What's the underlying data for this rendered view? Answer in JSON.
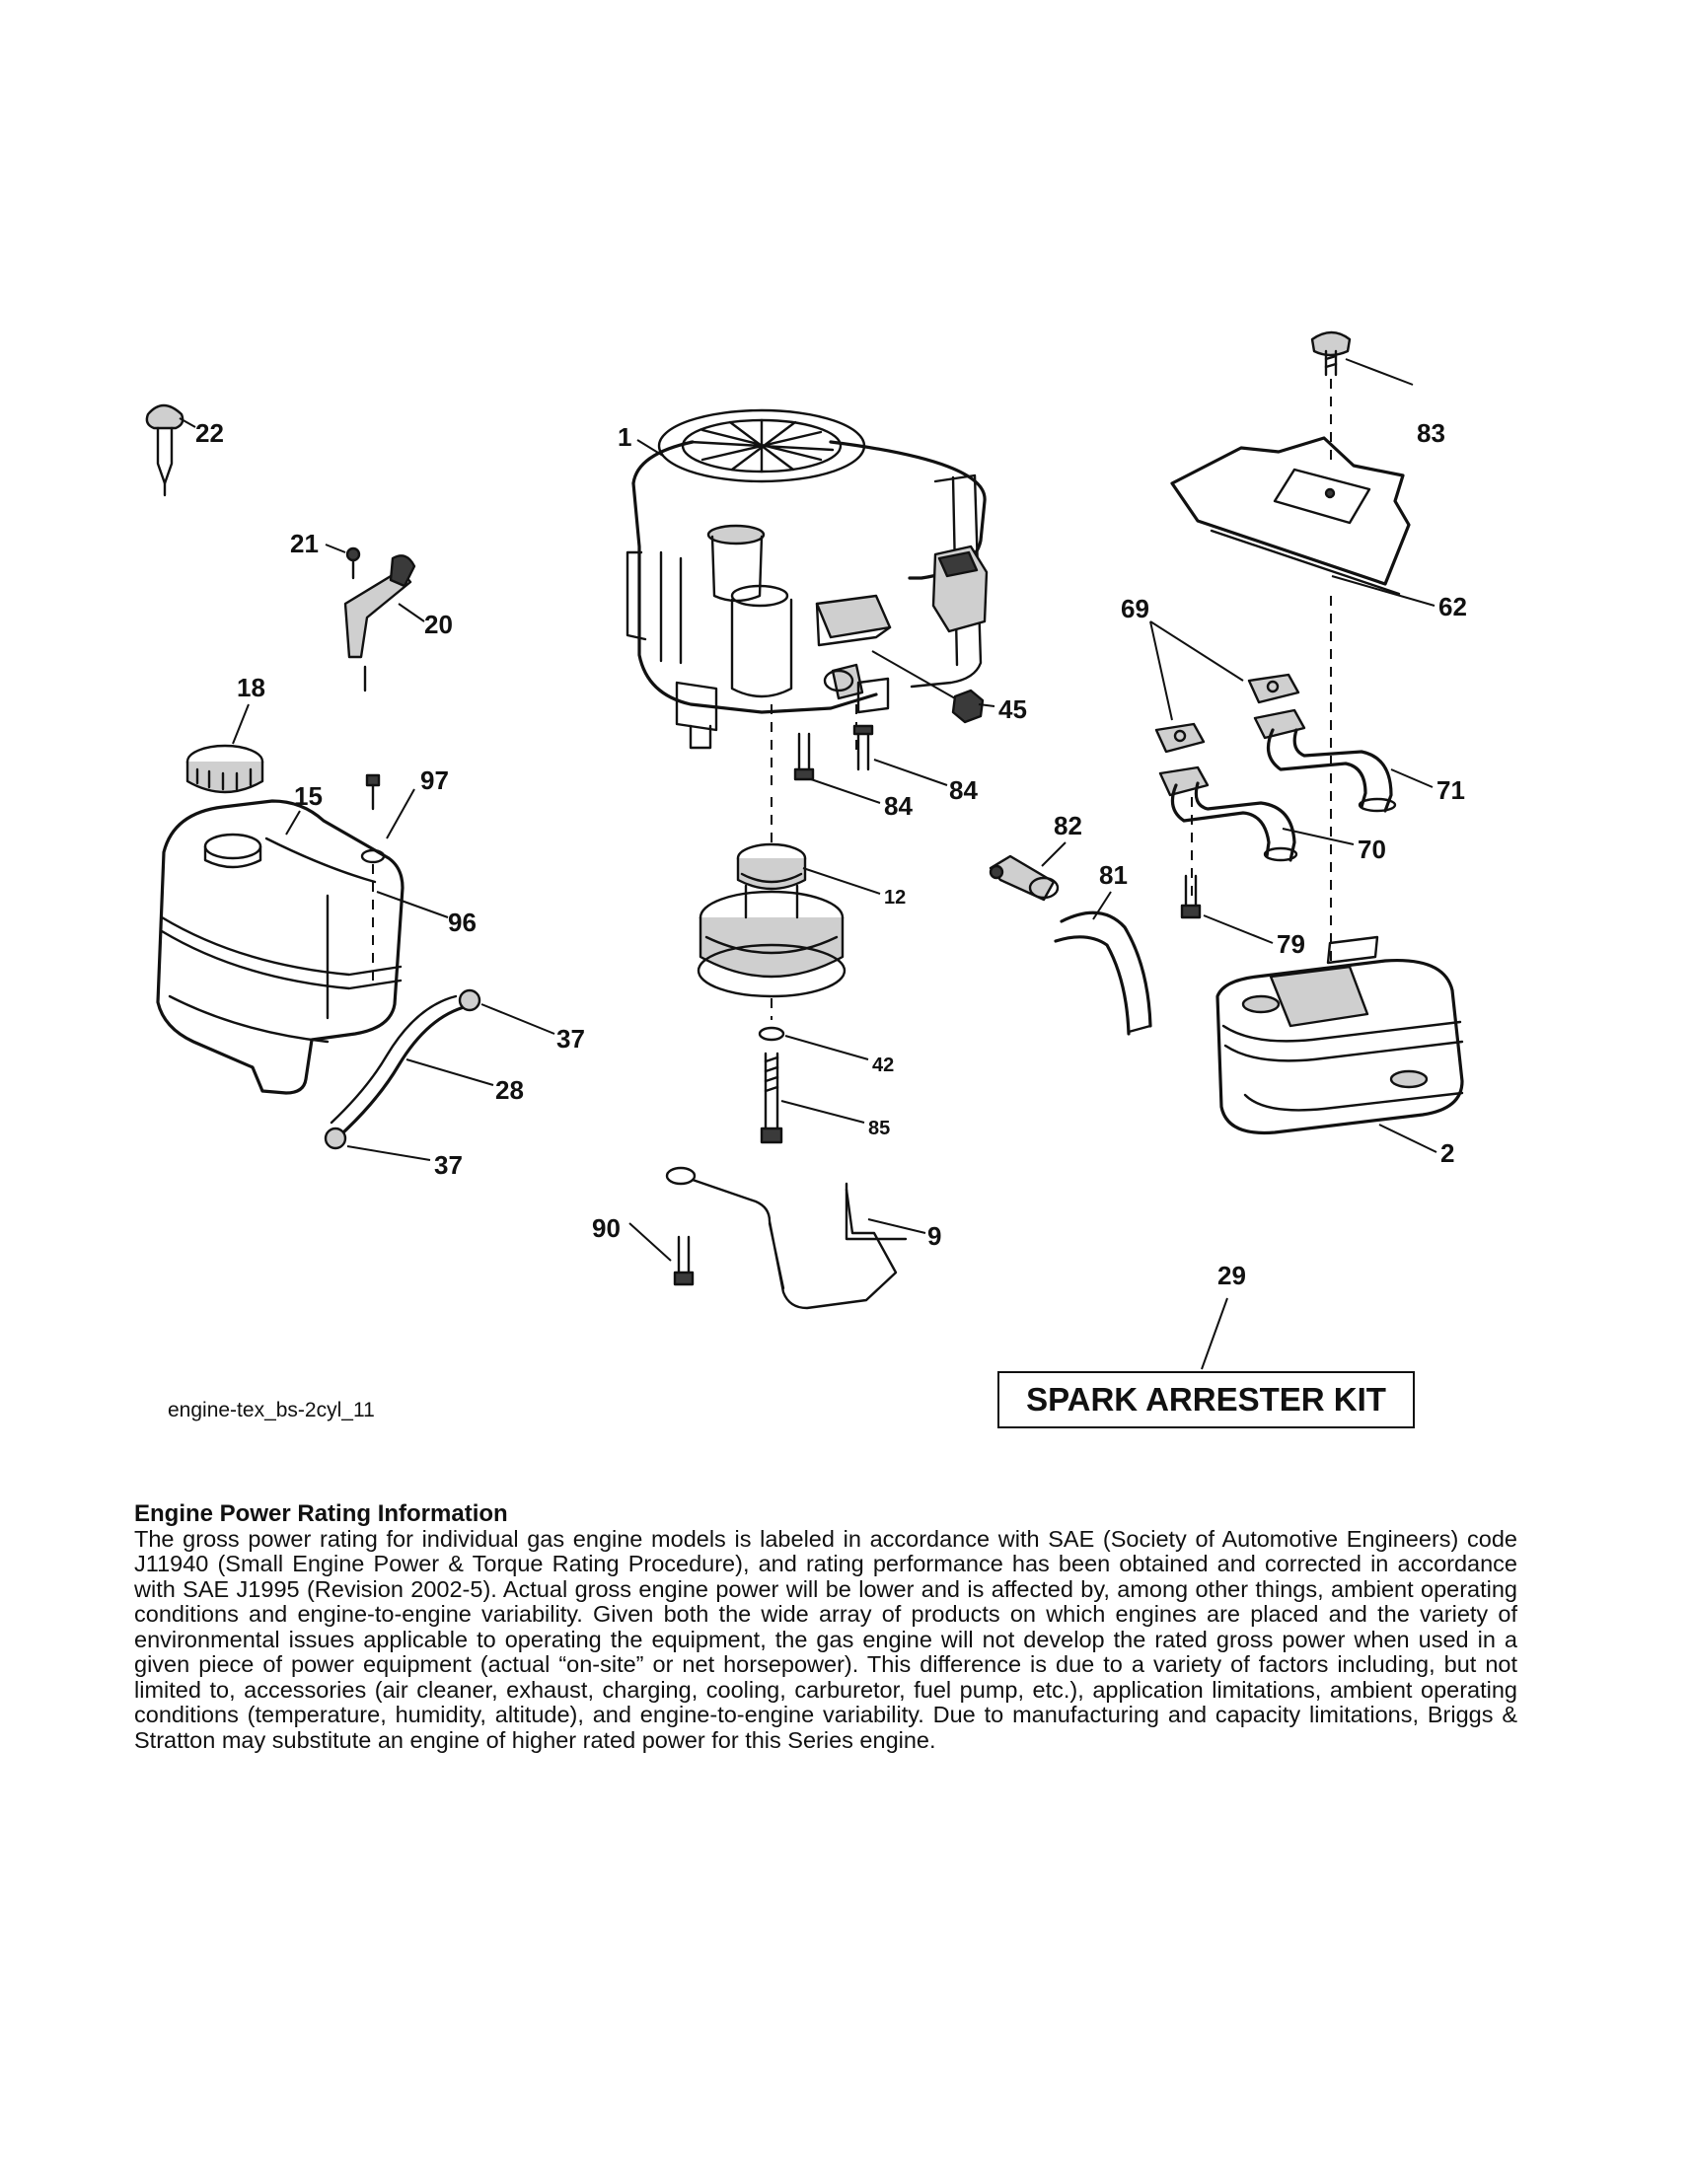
{
  "callouts": {
    "c1": "1",
    "c2": "2",
    "c9": "9",
    "c12": "12",
    "c15": "15",
    "c18": "18",
    "c20": "20",
    "c21": "21",
    "c22": "22",
    "c28": "28",
    "c29": "29",
    "c37a": "37",
    "c37b": "37",
    "c42": "42",
    "c45": "45",
    "c62": "62",
    "c69": "69",
    "c70": "70",
    "c71": "71",
    "c79": "79",
    "c81": "81",
    "c82": "82",
    "c83": "83",
    "c84a": "84",
    "c84b": "84",
    "c85": "85",
    "c90": "90",
    "c96": "96",
    "c97": "97"
  },
  "kit_label": "SPARK ARRESTER KIT",
  "filename": "engine-tex_bs-2cyl_11",
  "info": {
    "heading": "Engine Power Rating Information",
    "body": "The gross power rating for individual gas engine models is labeled in accordance with SAE (Society of Automotive Engineers) code J11940 (Small Engine Power & Torque Rating Procedure), and rating performance has been obtained and corrected in accordance with SAE J1995 (Revision 2002-5). Actual gross engine power will be lower and is affected by, among other things, ambient operating conditions and engine-to-engine variability. Given both the wide array of products on which engines are placed and the variety of environmental issues applicable to operating the equipment, the gas engine will not develop the rated gross power when used in a given piece of power equipment (actual “on-site” or net horsepower). This difference is due to a variety of factors including, but not limited to, accessories (air cleaner, exhaust, charging, cooling, carburetor, fuel pump, etc.), application limitations, ambient operating conditions (temperature, humidity, altitude), and engine-to-engine variability. Due to manufacturing and capacity limitations, Briggs & Stratton may substitute an engine of higher rated power for this Series engine."
  }
}
